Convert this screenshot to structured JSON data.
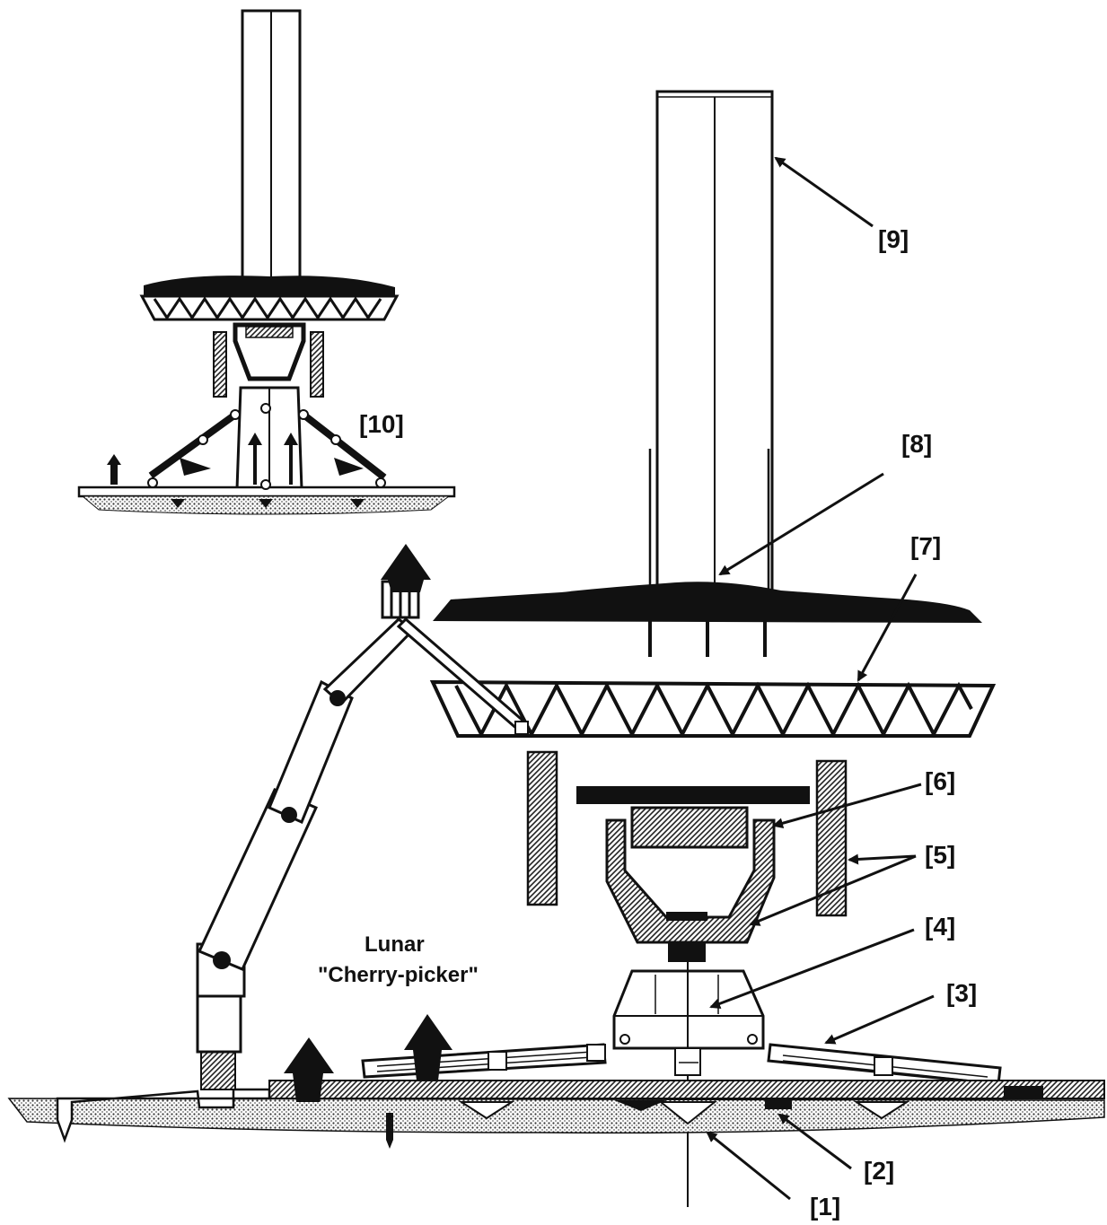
{
  "diagram": {
    "caption_line1": "Lunar",
    "caption_line2": "\"Cherry-picker\"",
    "labels": {
      "l1": "[1]",
      "l2": "[2]",
      "l3": "[3]",
      "l4": "[4]",
      "l5": "[5]",
      "l6": "[6]",
      "l7": "[7]",
      "l8": "[8]",
      "l9": "[9]",
      "l10": "[10]"
    }
  },
  "colors": {
    "ink": "#111111",
    "hatch": "#555555",
    "ground": "#9a9a9a",
    "paper": "#ffffff"
  }
}
